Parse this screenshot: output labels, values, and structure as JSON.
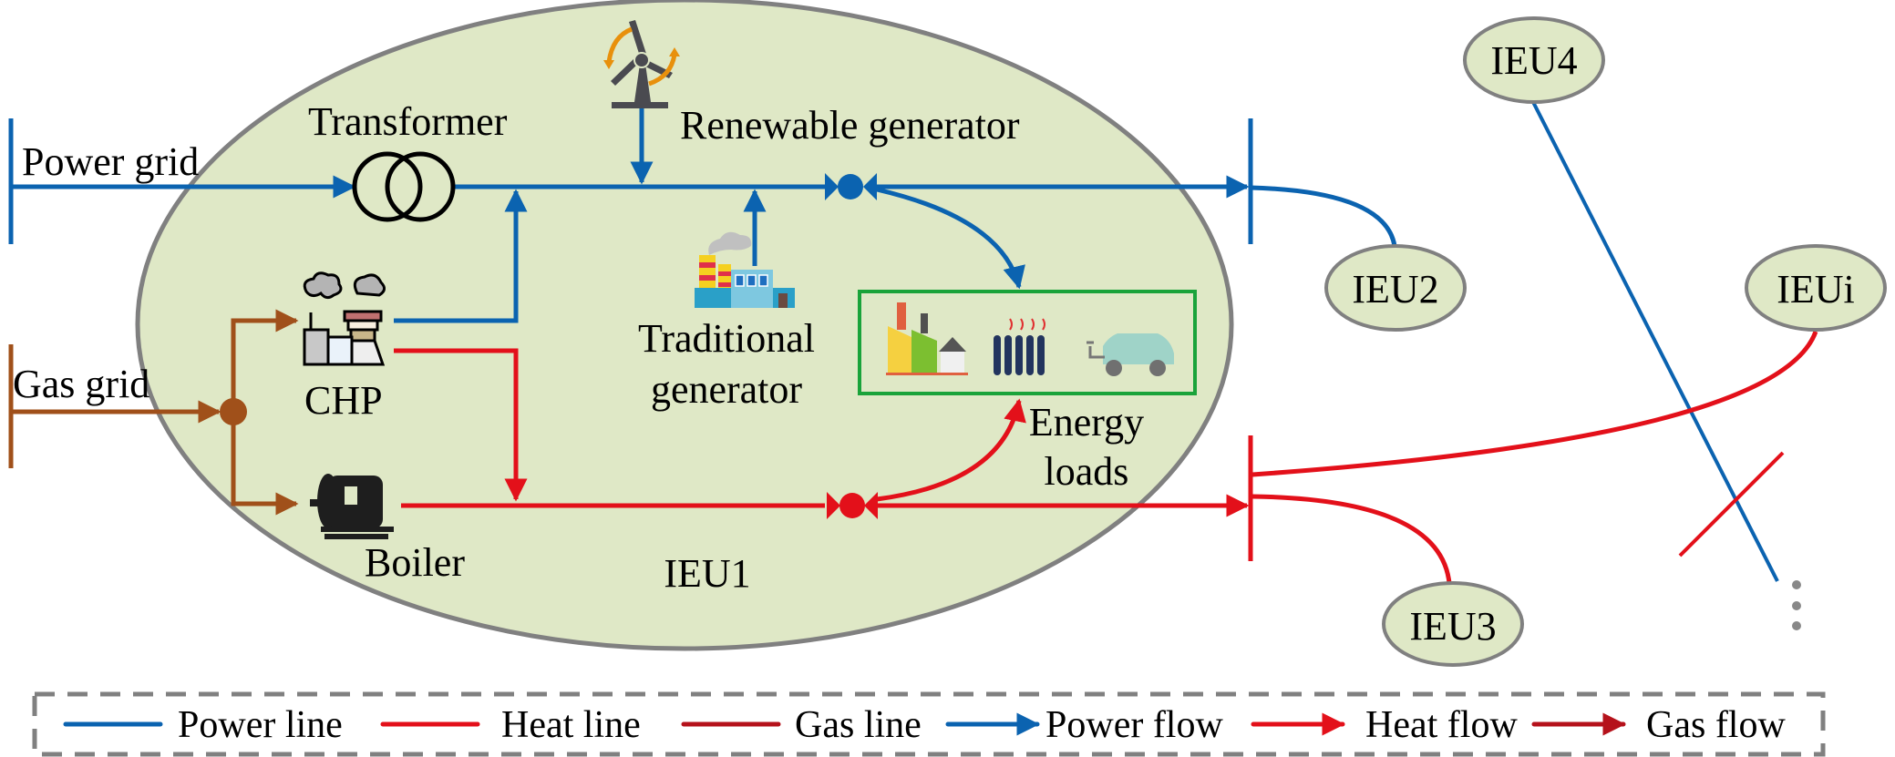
{
  "colors": {
    "power": "#0b63b0",
    "heat": "#e3101a",
    "gas_line": "#b5121b",
    "gas_grid": "#a0501a",
    "ieu_fill": "#dfe8c6",
    "ieu_stroke": "#808080",
    "loads_box": "#1aa33a",
    "legend_border": "#808080"
  },
  "labels": {
    "power_grid": "Power grid",
    "gas_grid": "Gas grid",
    "transformer": "Transformer",
    "renewable_generator": "Renewable generator",
    "traditional_generator_line1": "Traditional",
    "traditional_generator_line2": "generator",
    "chp": "CHP",
    "boiler": "Boiler",
    "energy_loads_line1": "Energy",
    "energy_loads_line2": "loads",
    "ieu1": "IEU1",
    "ieu2": "IEU2",
    "ieu3": "IEU3",
    "ieu4": "IEU4",
    "ieui": "IEUi"
  },
  "legend": [
    {
      "label": "Power line",
      "kind": "line",
      "color_key": "power"
    },
    {
      "label": "Heat line",
      "kind": "line",
      "color_key": "heat"
    },
    {
      "label": "Gas line",
      "kind": "line",
      "color_key": "gas_line"
    },
    {
      "label": "Power flow",
      "kind": "arrow",
      "color_key": "power"
    },
    {
      "label": "Heat flow",
      "kind": "arrow",
      "color_key": "heat"
    },
    {
      "label": "Gas flow",
      "kind": "arrow",
      "color_key": "gas_line"
    }
  ],
  "icons": {
    "wind_turbine": "wind-turbine-icon",
    "transformer": "transformer-icon",
    "chp_plant": "chp-plant-icon",
    "boiler": "boiler-icon",
    "traditional_plant": "factory-icon",
    "loads": [
      "industrial-building-icon",
      "radiator-icon",
      "electric-car-icon"
    ]
  }
}
